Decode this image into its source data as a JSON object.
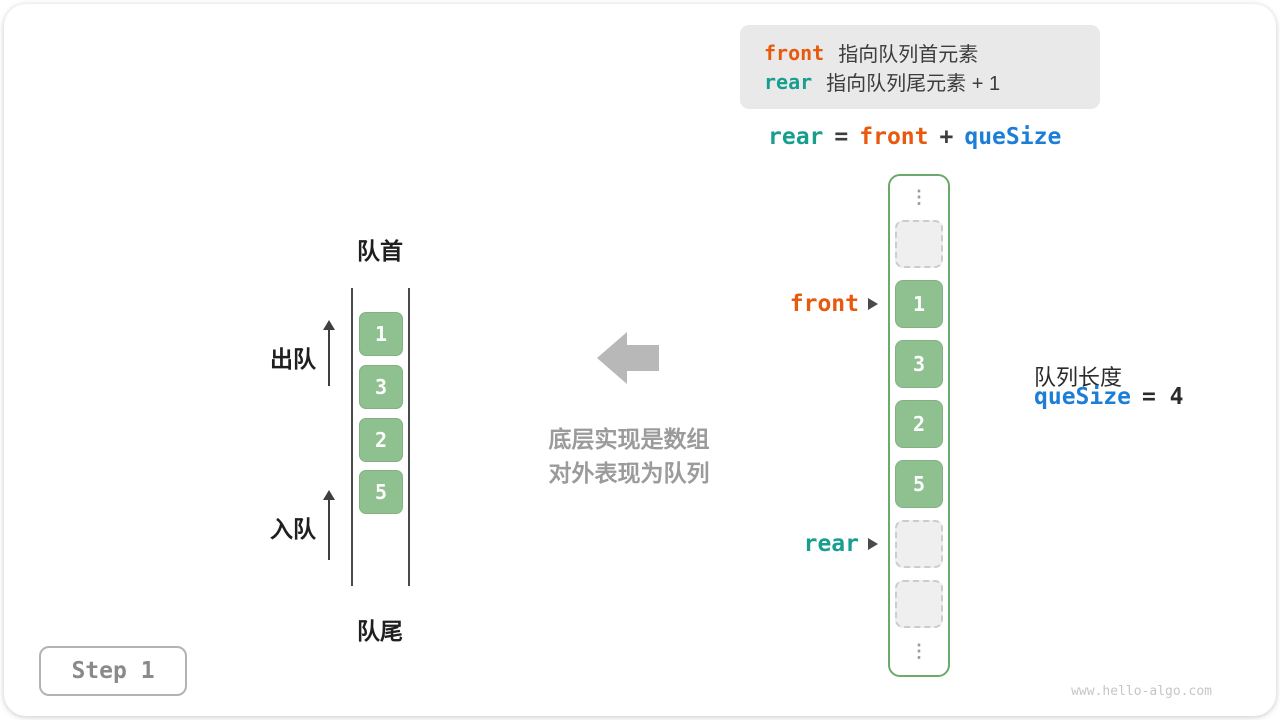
{
  "legend": {
    "front_keyword": "front",
    "front_text": "指向队列首元素",
    "rear_keyword": "rear",
    "rear_text": "指向队列尾元素 + 1"
  },
  "formula": {
    "rear": "rear",
    "equals": "=",
    "front": "front",
    "plus": "+",
    "quesize": "queSize"
  },
  "vertical_queue": {
    "head_label": "队首",
    "tail_label": "队尾",
    "dequeue_label": "出队",
    "enqueue_label": "入队",
    "values": [
      "1",
      "3",
      "2",
      "5"
    ]
  },
  "center_note": {
    "line1": "底层实现是数组",
    "line2": "对外表现为队列"
  },
  "array_view": {
    "top_ellipsis": "⋮",
    "bottom_ellipsis": "⋮",
    "cells": [
      {
        "type": "empty",
        "value": ""
      },
      {
        "type": "filled",
        "value": "1"
      },
      {
        "type": "filled",
        "value": "3"
      },
      {
        "type": "filled",
        "value": "2"
      },
      {
        "type": "filled",
        "value": "5"
      },
      {
        "type": "empty",
        "value": ""
      },
      {
        "type": "empty",
        "value": ""
      }
    ],
    "front_pointer": "front",
    "rear_pointer": "rear"
  },
  "queue_info": {
    "length_label": "队列长度",
    "quesize_keyword": "queSize",
    "quesize_value": "= 4"
  },
  "step_label": "Step 1",
  "watermark": "www.hello-algo.com",
  "colors": {
    "front": "#e8590c",
    "rear": "#179e8f",
    "quesize": "#1c7ed6",
    "cell_fill": "#8fc08f",
    "arrow_gray": "#b8b8b8"
  }
}
